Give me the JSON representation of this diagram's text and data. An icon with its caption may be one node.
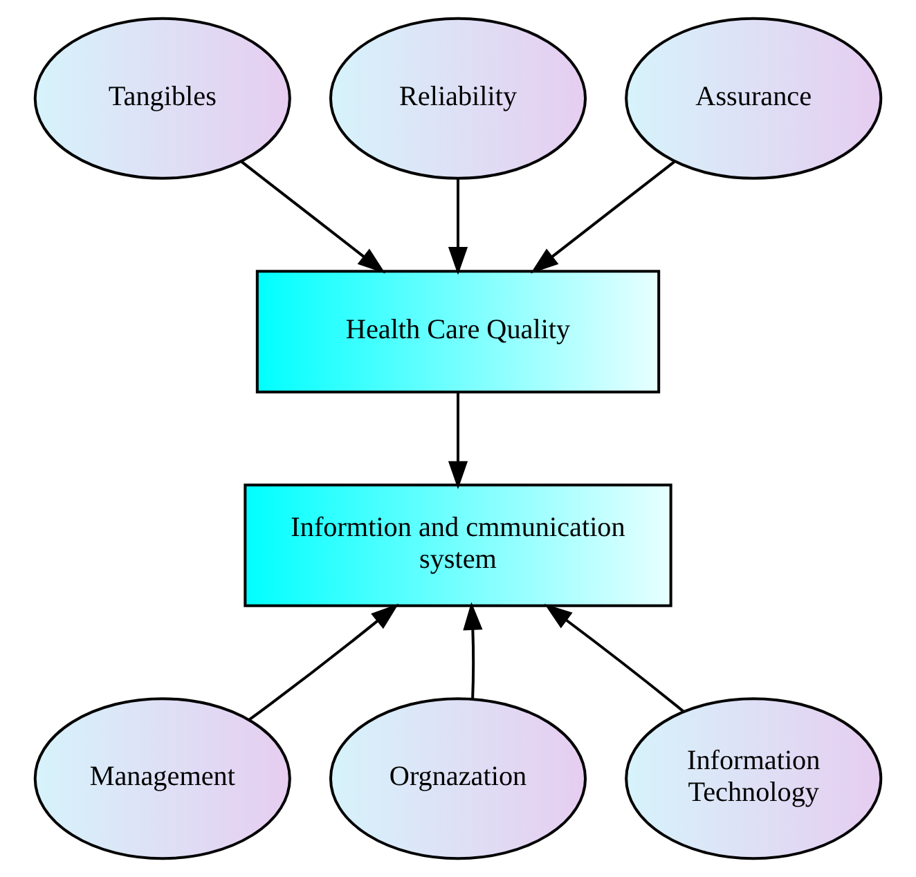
{
  "diagram": {
    "nodes": [
      {
        "text": [
          "Tangibles"
        ]
      },
      {
        "text": [
          "Reliability"
        ]
      },
      {
        "text": [
          "Assurance"
        ]
      },
      {
        "text": [
          "Health Care Quality"
        ]
      },
      {
        "text": [
          "Informtion and cmmunication system"
        ]
      },
      {
        "text": [
          "Management"
        ]
      },
      {
        "text": [
          "Orgnazation"
        ]
      },
      {
        "text": [
          "Information Technology"
        ]
      }
    ],
    "edges": [
      {
        "from": 0,
        "to": 3,
        "arrow": "to"
      },
      {
        "from": 1,
        "to": 3,
        "arrow": "to"
      },
      {
        "from": 2,
        "to": 3,
        "arrow": "to"
      },
      {
        "from": 3,
        "to": 4,
        "arrow": "to"
      },
      {
        "from": 5,
        "to": 4,
        "arrow": "to"
      },
      {
        "from": 6,
        "to": 4,
        "arrow": "to"
      },
      {
        "from": 7,
        "to": 4,
        "arrow": "to"
      }
    ]
  }
}
